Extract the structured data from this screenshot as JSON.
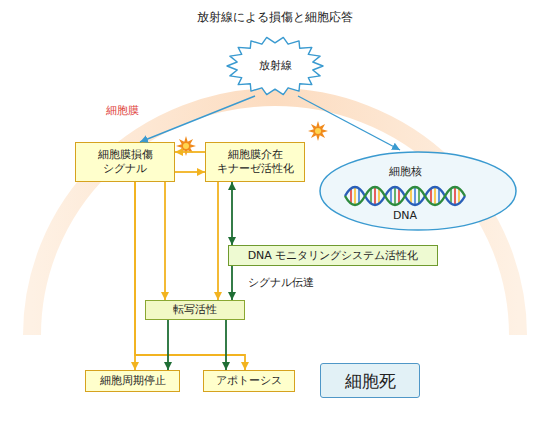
{
  "diagram": {
    "title": "放射線による損傷と細胞応答",
    "nodes": [
      {
        "text": [
          "放射線"
        ]
      },
      {
        "text": [
          "細胞膜損傷 シグナル"
        ]
      },
      {
        "text": [
          "細胞膜介在 キナーゼ活性化"
        ]
      },
      {
        "text": [
          "細胞核",
          "DNA"
        ]
      },
      {
        "text": [
          "DNA モニタリングシステム活性化"
        ]
      },
      {
        "text": [
          "転写活性"
        ]
      },
      {
        "text": [
          "細胞周期停止"
        ]
      },
      {
        "text": [
          "アポトーシス"
        ]
      },
      {
        "text": [
          "細胞死"
        ]
      }
    ],
    "edges": [
      {
        "from": 0,
        "to": 1,
        "arrow": "to"
      },
      {
        "from": 0,
        "to": 3,
        "arrow": "to"
      },
      {
        "from": 2,
        "to": 1,
        "arrow": "to"
      },
      {
        "from": 1,
        "to": 2,
        "arrow": "to"
      },
      {
        "from": 1,
        "to": 5,
        "arrow": "to"
      },
      {
        "from": 1,
        "to": 6,
        "arrow": "to"
      },
      {
        "from": 1,
        "to": 7,
        "arrow": "to"
      },
      {
        "from": 2,
        "to": 5,
        "arrow": "to"
      },
      {
        "from": 2,
        "to": 4,
        "arrow": "both"
      },
      {
        "from": 4,
        "to": 5,
        "label": "シグナル伝達",
        "arrow": "to"
      },
      {
        "from": 5,
        "to": 6,
        "arrow": "to"
      },
      {
        "from": 5,
        "to": 7,
        "arrow": "to"
      }
    ],
    "labels": [
      "細胞膜"
    ]
  }
}
